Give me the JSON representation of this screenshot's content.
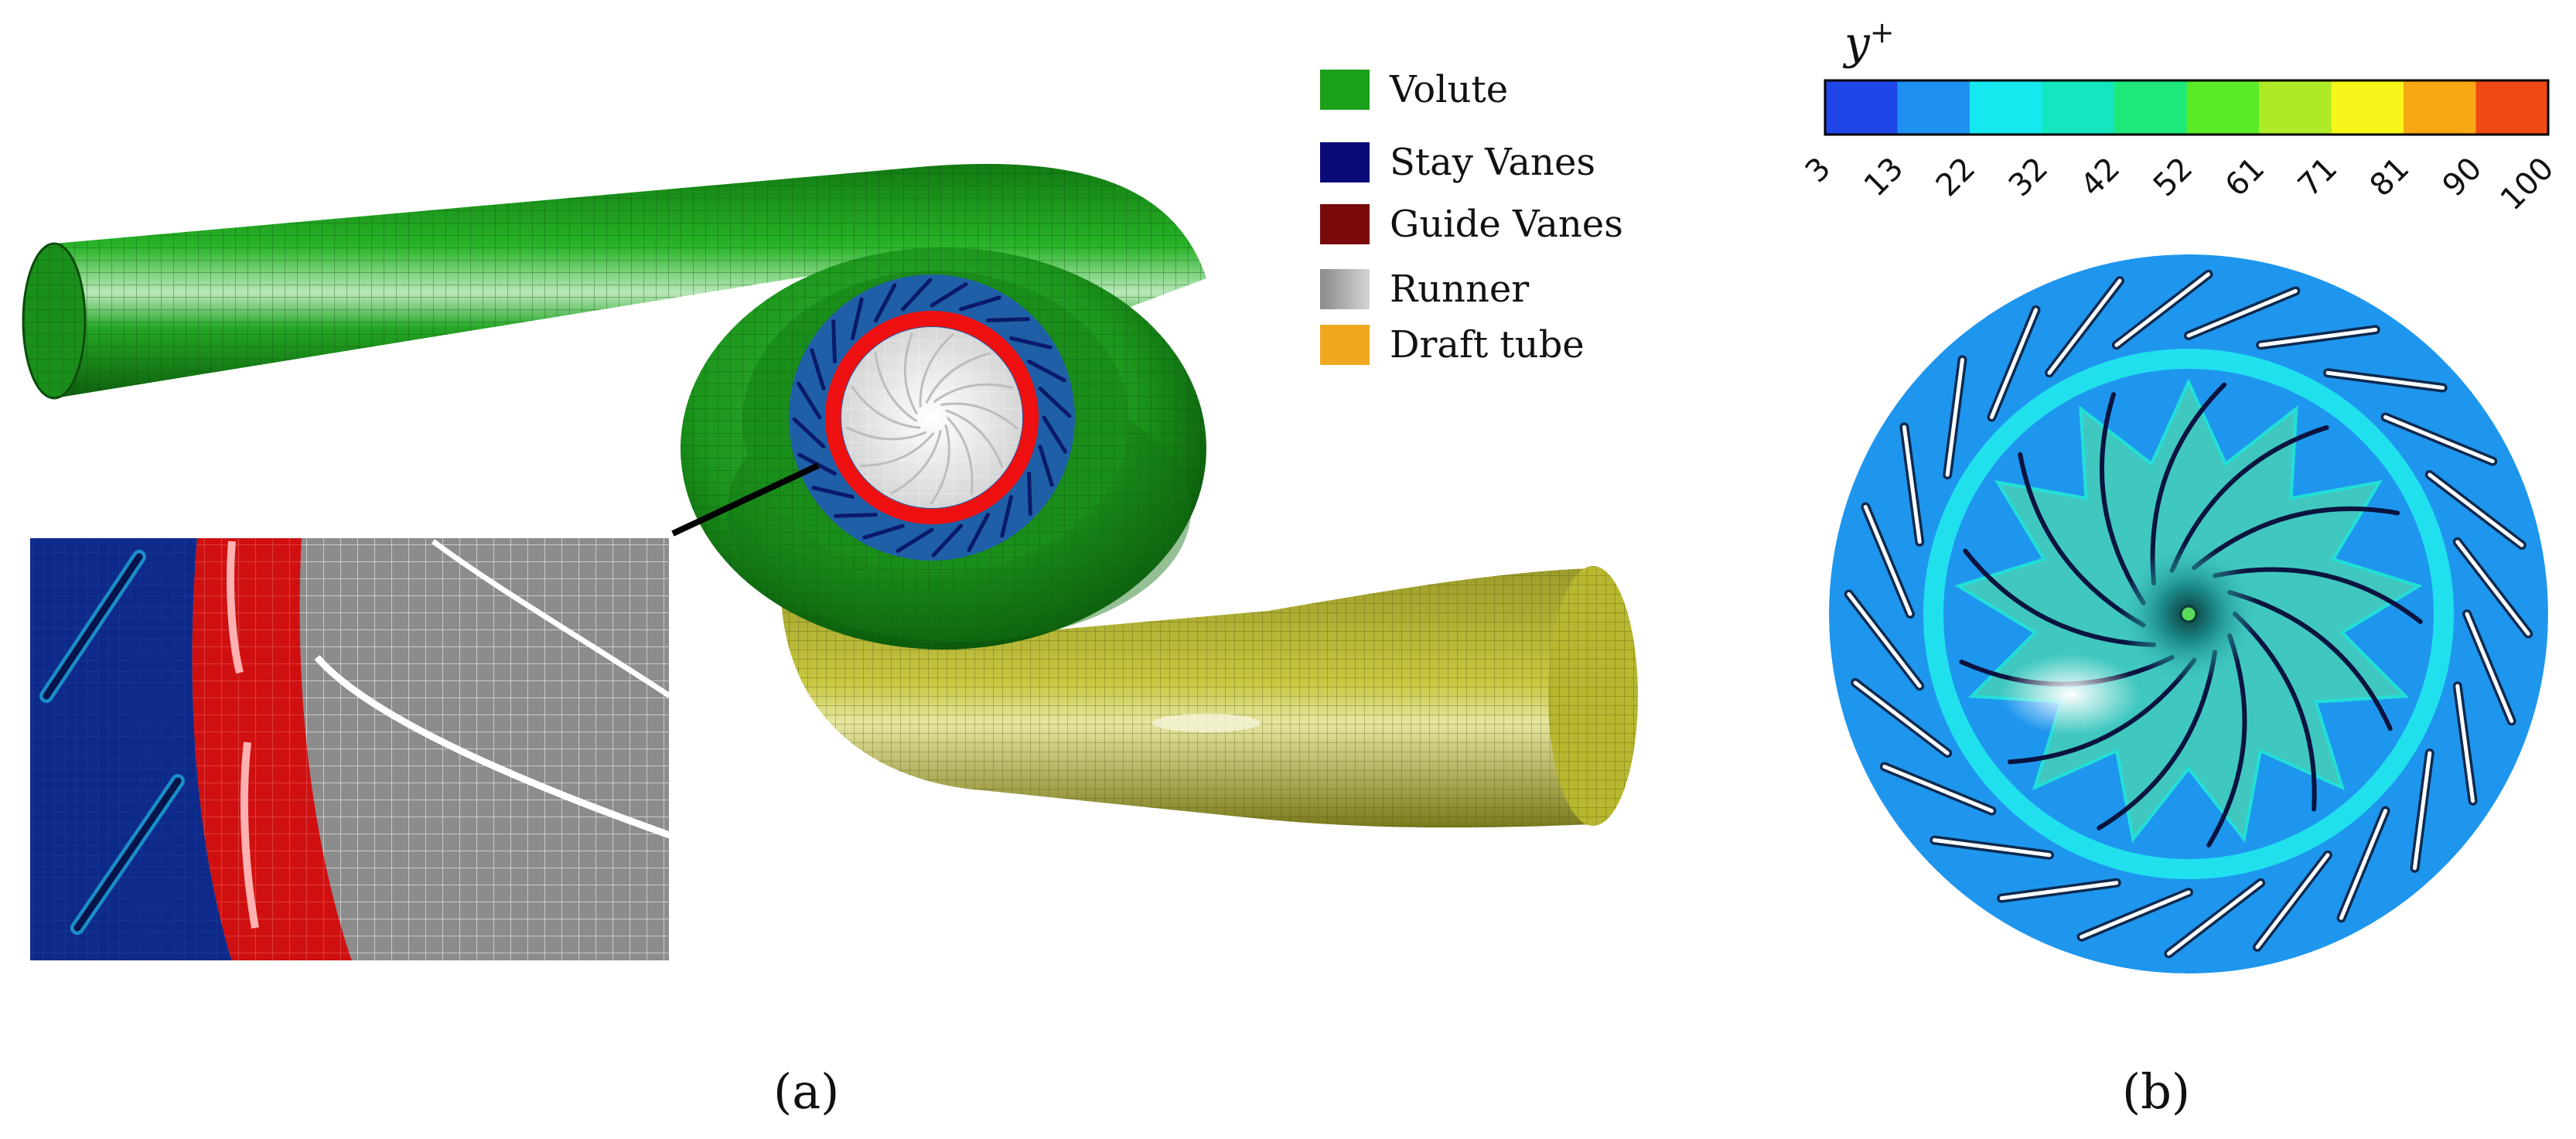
{
  "panel_a": {
    "legend": [
      {
        "label": "Volute",
        "color": "#1aa01a"
      },
      {
        "label": "Stay Vanes",
        "color": "#0a0a78"
      },
      {
        "label": "Guide Vanes",
        "color": "#7a0a0a"
      },
      {
        "label": "Runner",
        "color": "#a8a8a8"
      },
      {
        "label": "Draft tube",
        "color": "#f0a820"
      }
    ],
    "caption": "(a)"
  },
  "panel_b": {
    "colorbar_title": "y",
    "colorbar_title_sup": "+",
    "ticks": [
      "3",
      "13",
      "22",
      "32",
      "42",
      "52",
      "61",
      "71",
      "81",
      "90",
      "100"
    ],
    "colors": [
      "#1f46e6",
      "#1e90f0",
      "#16e8f0",
      "#14e6c0",
      "#1ee87a",
      "#5aea28",
      "#aeea28",
      "#f6f61a",
      "#f8a812",
      "#f04a14"
    ],
    "caption": "(b)"
  }
}
